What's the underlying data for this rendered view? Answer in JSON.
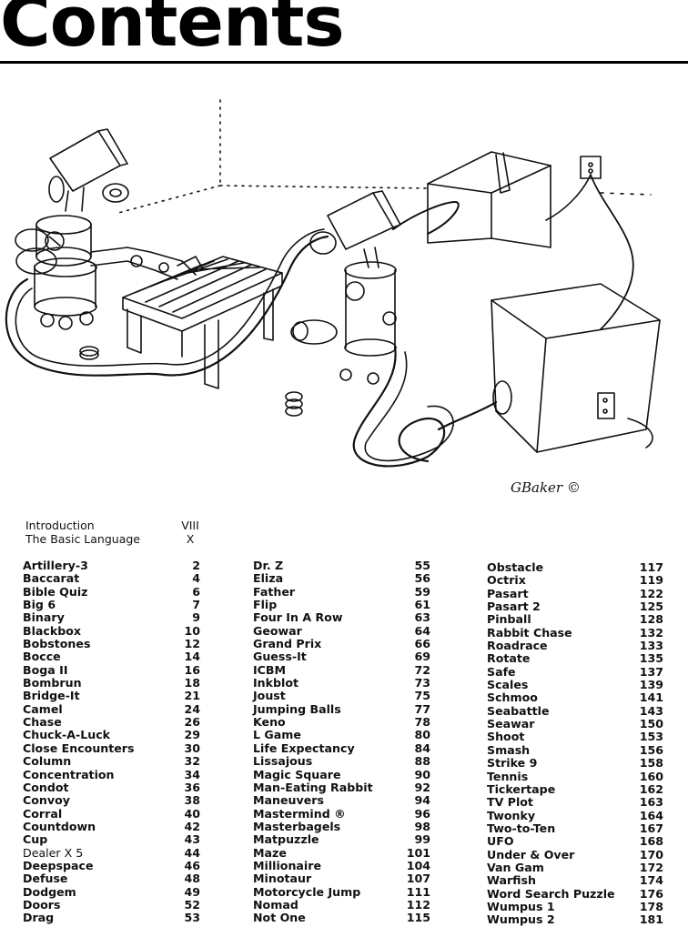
{
  "header": {
    "title": "Contents"
  },
  "front_matter": [
    {
      "name": "Introduction",
      "page": "VIII"
    },
    {
      "name": "The Basic Language",
      "page": "X"
    }
  ],
  "columns": [
    [
      {
        "name": "Artillery-3",
        "page": "2"
      },
      {
        "name": "Baccarat",
        "page": "4"
      },
      {
        "name": "Bible Quiz",
        "page": "6"
      },
      {
        "name": "Big 6",
        "page": "7"
      },
      {
        "name": "Binary",
        "page": "9"
      },
      {
        "name": "Blackbox",
        "page": "10"
      },
      {
        "name": "Bobstones",
        "page": "12"
      },
      {
        "name": "Bocce",
        "page": "14"
      },
      {
        "name": "Boga II",
        "page": "16"
      },
      {
        "name": "Bombrun",
        "page": "18"
      },
      {
        "name": "Bridge-It",
        "page": "21"
      },
      {
        "name": "Camel",
        "page": "24"
      },
      {
        "name": "Chase",
        "page": "26"
      },
      {
        "name": "Chuck-A-Luck",
        "page": "29"
      },
      {
        "name": "Close Encounters",
        "page": "30"
      },
      {
        "name": "Column",
        "page": "32"
      },
      {
        "name": "Concentration",
        "page": "34"
      },
      {
        "name": "Condot",
        "page": "36"
      },
      {
        "name": "Convoy",
        "page": "38"
      },
      {
        "name": "Corral",
        "page": "40"
      },
      {
        "name": "Countdown",
        "page": "42"
      },
      {
        "name": "Cup",
        "page": "43"
      },
      {
        "name": "Dealer X 5",
        "page": "44"
      },
      {
        "name": "Deepspace",
        "page": "46"
      },
      {
        "name": "Defuse",
        "page": "48"
      },
      {
        "name": "Dodgem",
        "page": "49"
      },
      {
        "name": "Doors",
        "page": "52"
      },
      {
        "name": "Drag",
        "page": "53"
      }
    ],
    [
      {
        "name": "Dr. Z",
        "page": "55"
      },
      {
        "name": "Eliza",
        "page": "56"
      },
      {
        "name": "Father",
        "page": "59"
      },
      {
        "name": "Flip",
        "page": "61"
      },
      {
        "name": "Four In A Row",
        "page": "63"
      },
      {
        "name": "Geowar",
        "page": "64"
      },
      {
        "name": "Grand Prix",
        "page": "66"
      },
      {
        "name": "Guess-It",
        "page": "69"
      },
      {
        "name": "ICBM",
        "page": "72"
      },
      {
        "name": "Inkblot",
        "page": "73"
      },
      {
        "name": "Joust",
        "page": "75"
      },
      {
        "name": "Jumping Balls",
        "page": "77"
      },
      {
        "name": "Keno",
        "page": "78"
      },
      {
        "name": "L Game",
        "page": "80"
      },
      {
        "name": "Life Expectancy",
        "page": "84"
      },
      {
        "name": "Lissajous",
        "page": "88"
      },
      {
        "name": "Magic Square",
        "page": "90"
      },
      {
        "name": "Man-Eating Rabbit",
        "page": "92"
      },
      {
        "name": "Maneuvers",
        "page": "94"
      },
      {
        "name": "Mastermind ®",
        "page": "96"
      },
      {
        "name": "Masterbagels",
        "page": "98"
      },
      {
        "name": "Matpuzzle",
        "page": "99"
      },
      {
        "name": "Maze",
        "page": "101"
      },
      {
        "name": "Millionaire",
        "page": "104"
      },
      {
        "name": "Minotaur",
        "page": "107"
      },
      {
        "name": "Motorcycle Jump",
        "page": "111"
      },
      {
        "name": "Nomad",
        "page": "112"
      },
      {
        "name": "Not One",
        "page": "115"
      }
    ],
    [
      {
        "name": "Obstacle",
        "page": "117"
      },
      {
        "name": "Octrix",
        "page": "119"
      },
      {
        "name": "Pasart",
        "page": "122"
      },
      {
        "name": "Pasart 2",
        "page": "125"
      },
      {
        "name": "Pinball",
        "page": "128"
      },
      {
        "name": "Rabbit Chase",
        "page": "132"
      },
      {
        "name": "Roadrace",
        "page": "133"
      },
      {
        "name": "Rotate",
        "page": "135"
      },
      {
        "name": "Safe",
        "page": "137"
      },
      {
        "name": "Scales",
        "page": "139"
      },
      {
        "name": "Schmoo",
        "page": "141"
      },
      {
        "name": "Seabattle",
        "page": "143"
      },
      {
        "name": "Seawar",
        "page": "150"
      },
      {
        "name": "Shoot",
        "page": "153"
      },
      {
        "name": "Smash",
        "page": "156"
      },
      {
        "name": "Strike 9",
        "page": "158"
      },
      {
        "name": "Tennis",
        "page": "160"
      },
      {
        "name": "Tickertape",
        "page": "162"
      },
      {
        "name": "TV Plot",
        "page": "163"
      },
      {
        "name": "Twonky",
        "page": "164"
      },
      {
        "name": "Two-to-Ten",
        "page": "167"
      },
      {
        "name": "UFO",
        "page": "168"
      },
      {
        "name": "Under & Over",
        "page": "170"
      },
      {
        "name": "Van Gam",
        "page": "172"
      },
      {
        "name": "Warfish",
        "page": "174"
      },
      {
        "name": "Word Search Puzzle",
        "page": "176"
      },
      {
        "name": "Wumpus 1",
        "page": "178"
      },
      {
        "name": "Wumpus 2",
        "page": "181"
      }
    ]
  ]
}
